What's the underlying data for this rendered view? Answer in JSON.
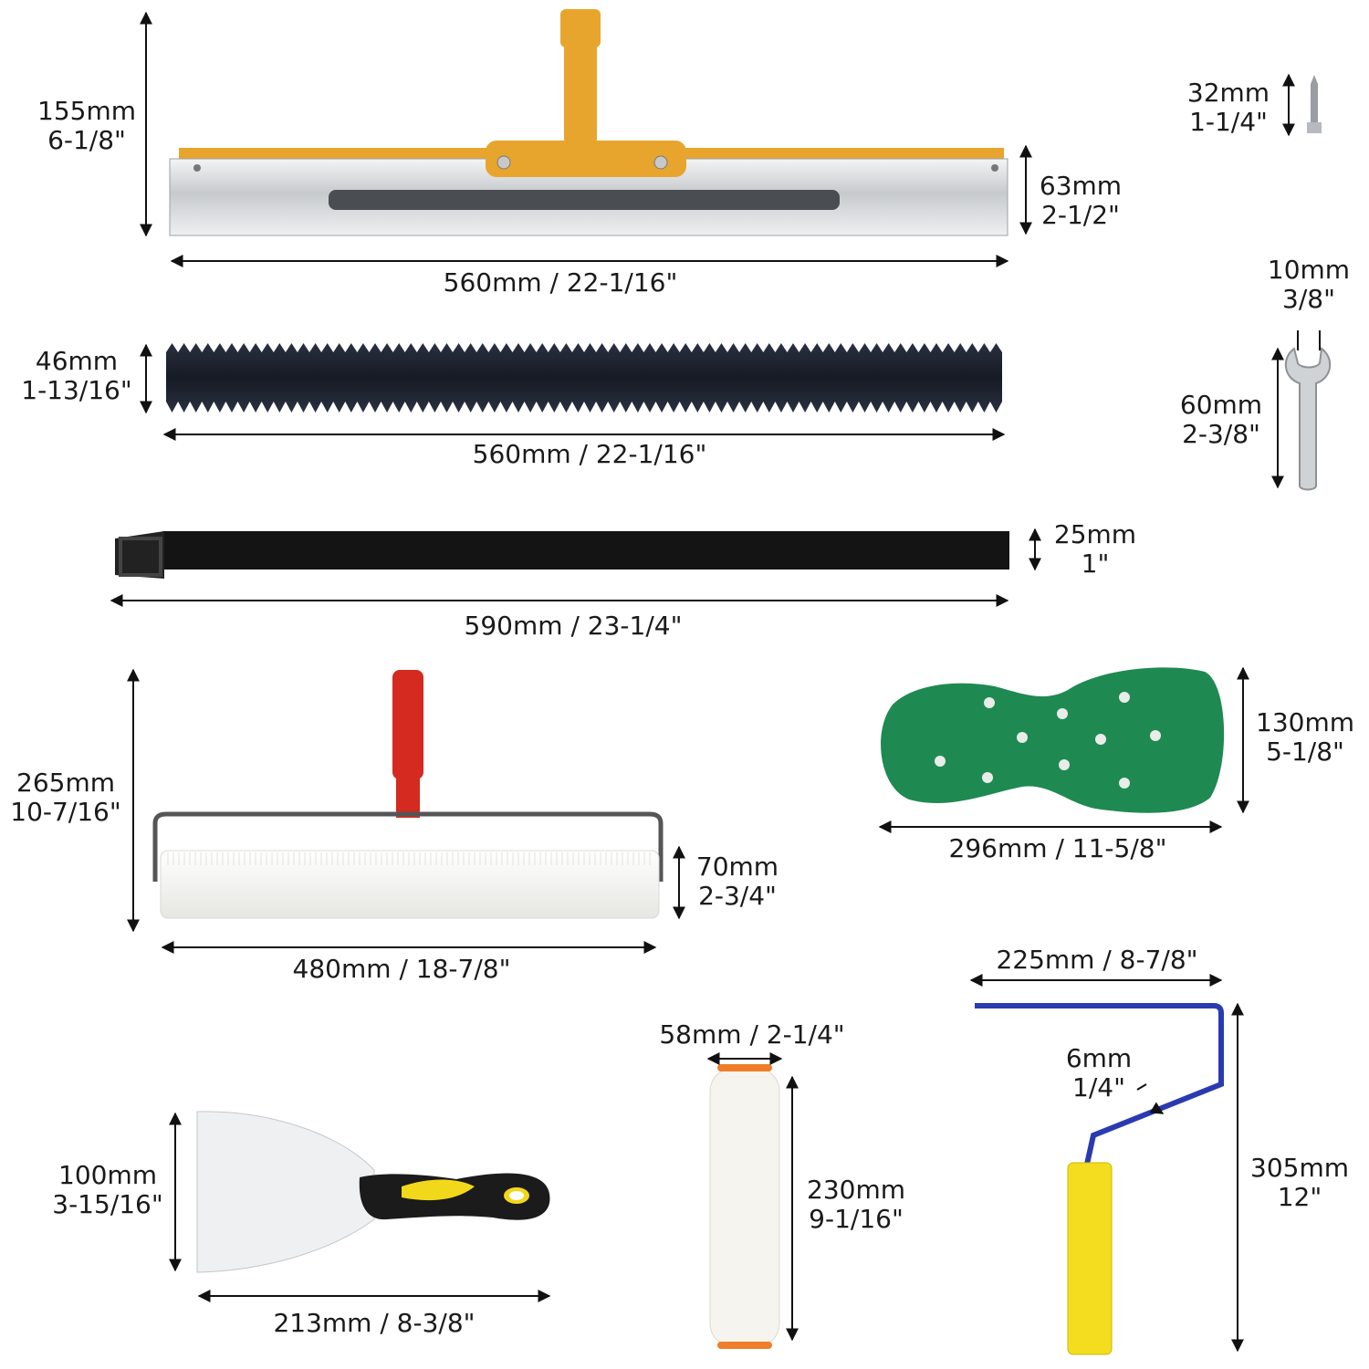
{
  "colors": {
    "orange": "#e8a52e",
    "steel": "#d8dadc",
    "blade": "#1f2430",
    "strap": "#141414",
    "red": "#d42a1f",
    "green": "#1e8a52",
    "blue": "#2a3bb0",
    "yellow": "#f4dd1f",
    "spatula_grip": "#f2d81a",
    "foam": "#f6f4ef"
  },
  "items": {
    "squeegee": {
      "height": [
        "155mm",
        "6-1/8\""
      ],
      "blade_height": [
        "63mm",
        "2-1/2\""
      ],
      "width": "560mm / 22-1/16\""
    },
    "screw": {
      "length": [
        "32mm",
        "1-1/4\""
      ]
    },
    "notched_blade": {
      "height": [
        "46mm",
        "1-13/16\""
      ],
      "width": "560mm / 22-1/16\""
    },
    "wrench": {
      "opening": [
        "10mm",
        "3/8\""
      ],
      "length": [
        "60mm",
        "2-3/8\""
      ]
    },
    "strap": {
      "height": [
        "25mm",
        "1\""
      ],
      "width": "590mm / 23-1/4\""
    },
    "spiked_roller": {
      "height": [
        "265mm",
        "10-7/16\""
      ],
      "roller_height": [
        "70mm",
        "2-3/4\""
      ],
      "width": "480mm / 18-7/8\""
    },
    "spiked_shoe": {
      "height": [
        "130mm",
        "5-1/8\""
      ],
      "width": "296mm / 11-5/8\""
    },
    "paint_frame": {
      "width": "225mm / 8-7/8\"",
      "rod": [
        "6mm",
        "1/4\""
      ],
      "height": [
        "305mm",
        "12\""
      ]
    },
    "foam_roller": {
      "width": "58mm / 2-1/4\"",
      "length": [
        "230mm",
        "9-1/16\""
      ]
    },
    "scraper": {
      "height": [
        "100mm",
        "3-15/16\""
      ],
      "width": "213mm / 8-3/8\""
    }
  }
}
